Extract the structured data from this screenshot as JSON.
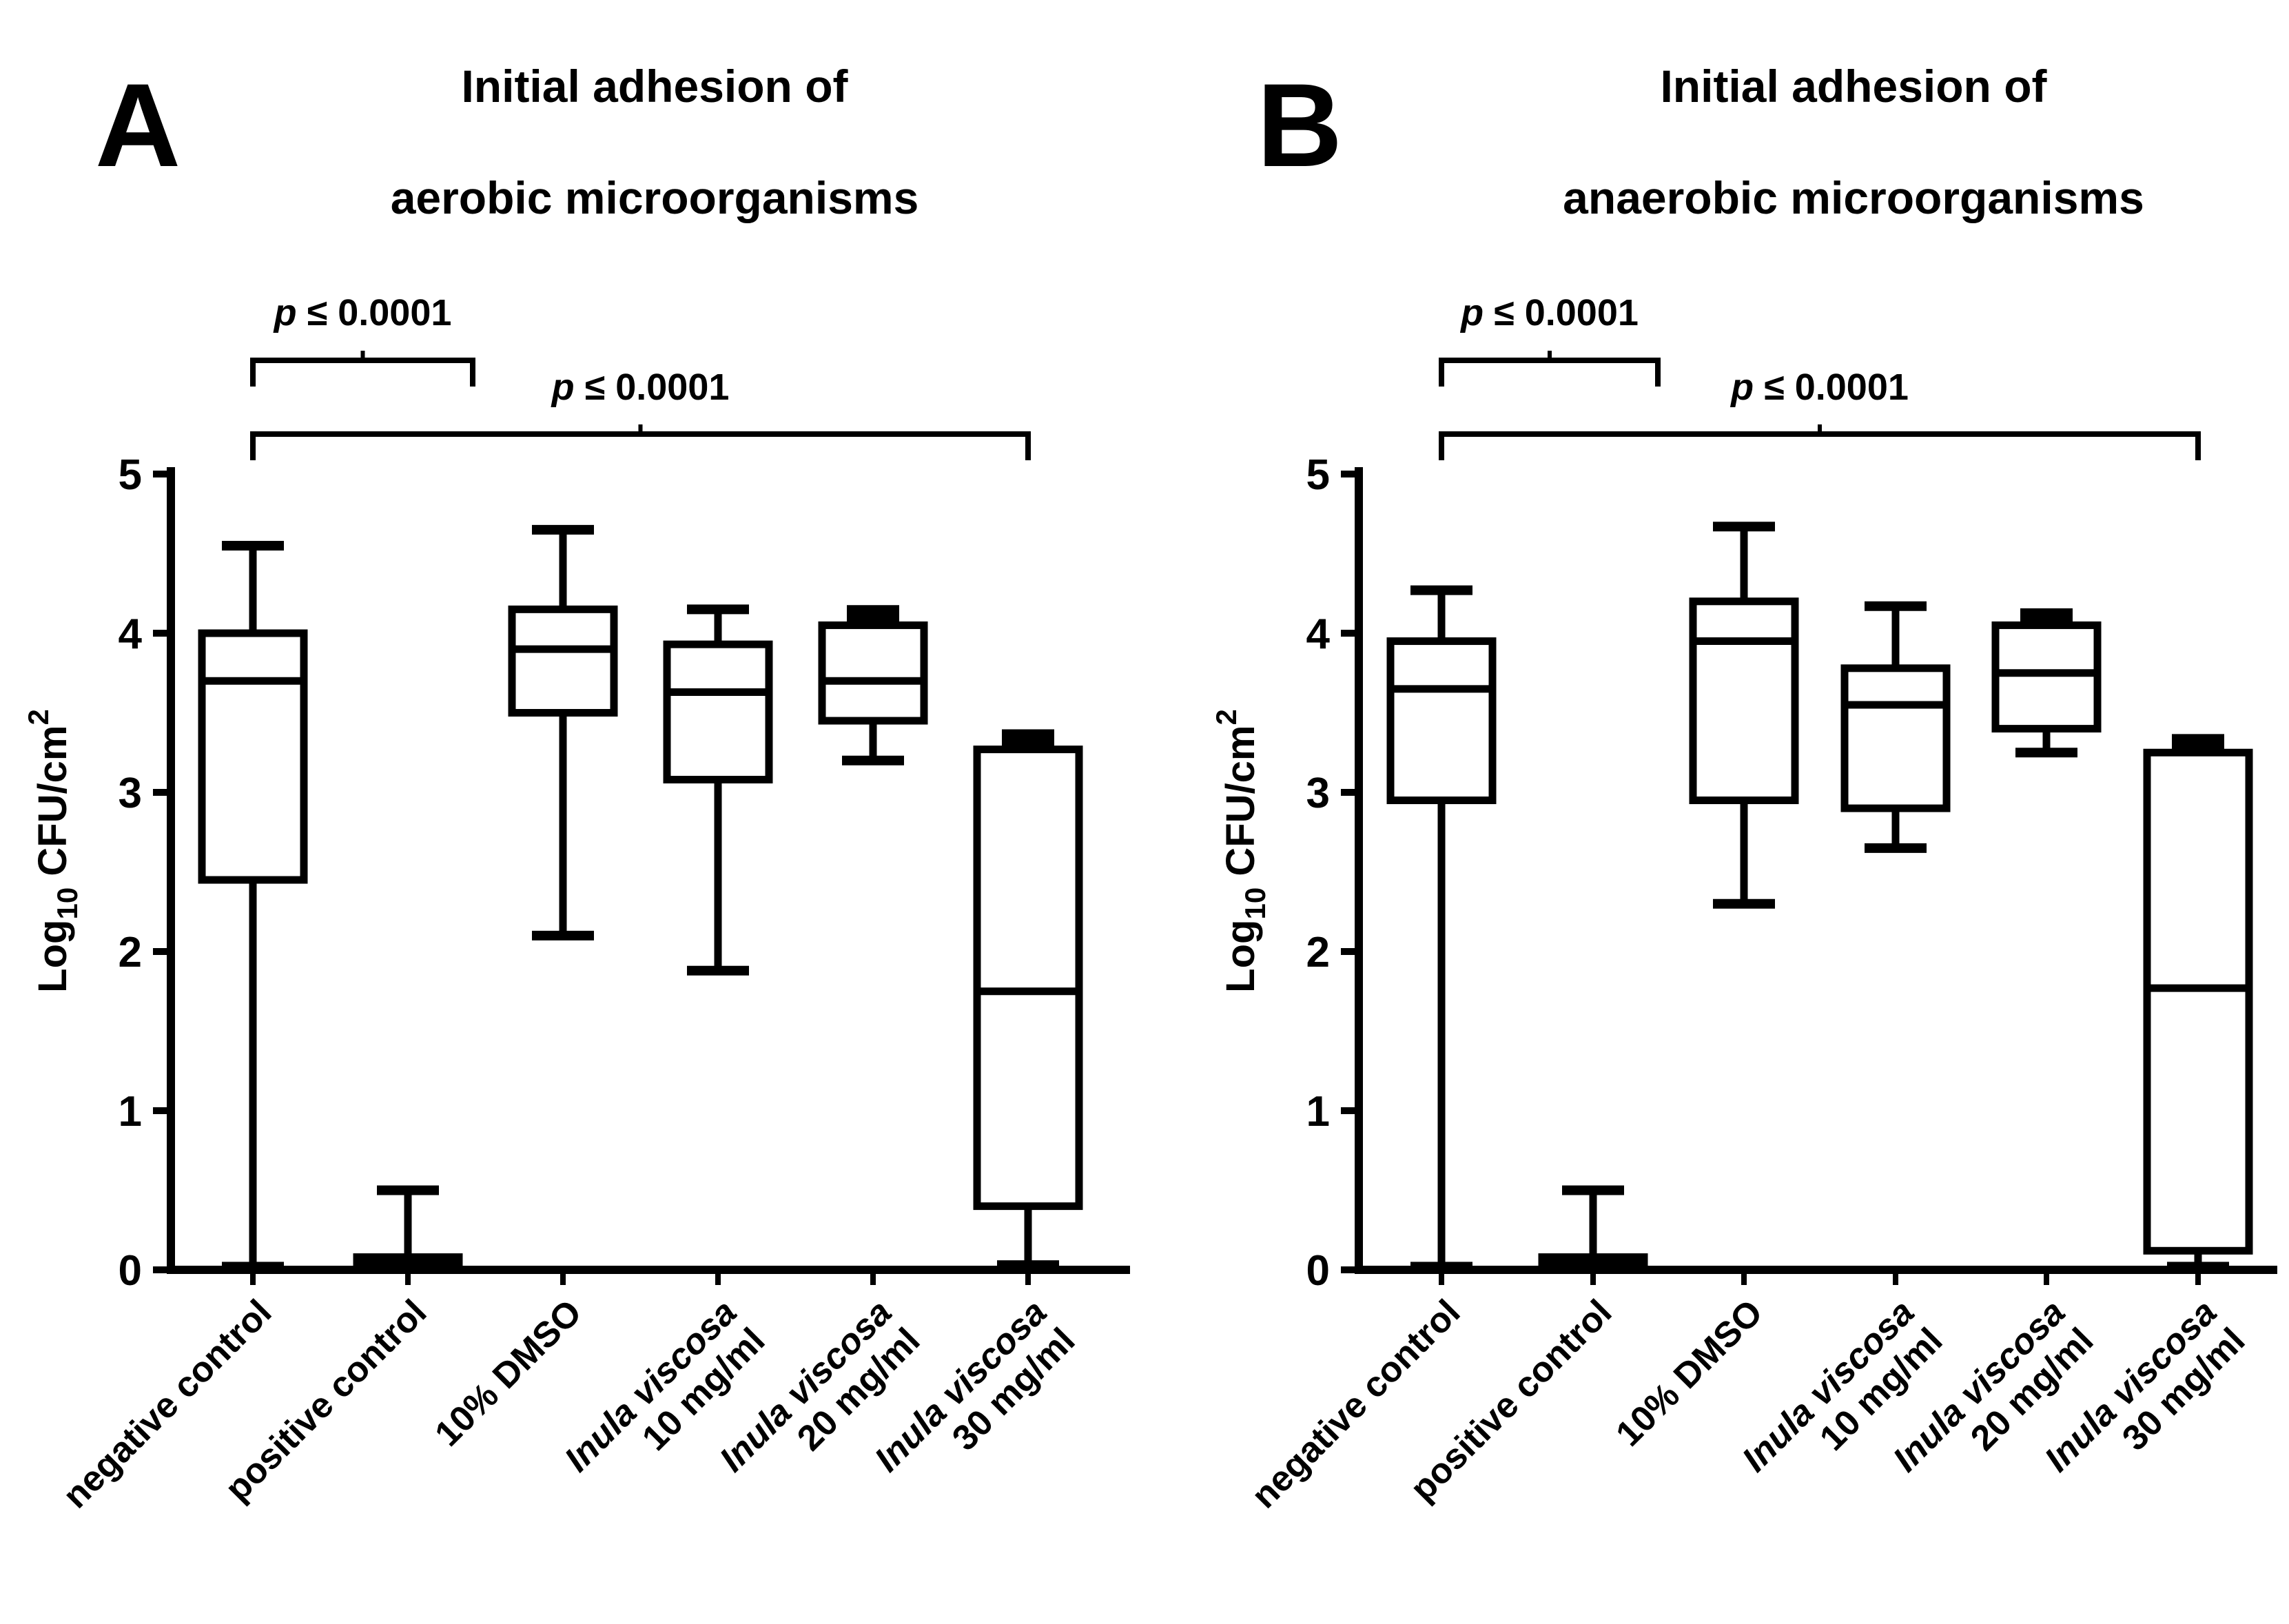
{
  "figure": {
    "background_color": "#ffffff",
    "ink_color": "#000000",
    "description": "Two-panel box-and-whisker figure comparing microbial initial adhesion"
  },
  "chart_data": [
    {
      "type": "box",
      "panel_letter": "A",
      "title_lines": [
        "Initial adhesion of",
        "aerobic microorganisms"
      ],
      "ylabel": {
        "prefix": "Log",
        "subscript": "10",
        "middle": " CFU/cm",
        "superscript": "2"
      },
      "ylabel_plain": "Log10 CFU/cm2",
      "ylim": [
        0,
        5
      ],
      "yticks": [
        0,
        1,
        2,
        3,
        4,
        5
      ],
      "grid": false,
      "categories": [
        {
          "lines": [
            {
              "text": "negative control",
              "italic": false
            }
          ]
        },
        {
          "lines": [
            {
              "text": "positive control",
              "italic": false
            }
          ]
        },
        {
          "lines": [
            {
              "text": "10% DMSO",
              "italic": false
            }
          ]
        },
        {
          "lines": [
            {
              "text": "Inula viscosa",
              "italic": true
            },
            {
              "text": "10 mg/ml",
              "italic": false
            }
          ]
        },
        {
          "lines": [
            {
              "text": "Inula viscosa",
              "italic": true
            },
            {
              "text": "20 mg/ml",
              "italic": false
            }
          ]
        },
        {
          "lines": [
            {
              "text": "Inula viscosa",
              "italic": true
            },
            {
              "text": "30 mg/ml",
              "italic": false
            }
          ]
        }
      ],
      "boxes": [
        {
          "whisker_low": 0.02,
          "q1": 2.45,
          "median": 3.7,
          "q3": 4.0,
          "whisker_high": 4.55
        },
        {
          "whisker_low": 0.0,
          "q1": 0.0,
          "median": 0.04,
          "q3": 0.08,
          "whisker_high": 0.5
        },
        {
          "whisker_low": 2.1,
          "q1": 3.5,
          "median": 3.9,
          "q3": 4.15,
          "whisker_high": 4.65
        },
        {
          "whisker_low": 1.88,
          "q1": 3.08,
          "median": 3.63,
          "q3": 3.93,
          "whisker_high": 4.15
        },
        {
          "whisker_low": 3.2,
          "q1": 3.45,
          "median": 3.7,
          "q3": 4.05,
          "whisker_high": 4.12
        },
        {
          "whisker_low": 0.03,
          "q1": 0.4,
          "median": 1.75,
          "q3": 3.27,
          "whisker_high": 3.34
        }
      ],
      "significance": [
        {
          "label": "p ≤ 0.0001",
          "from": 0,
          "to": 1
        },
        {
          "label": "p ≤ 0.0001",
          "from": 0,
          "to": 5
        }
      ]
    },
    {
      "type": "box",
      "panel_letter": "B",
      "title_lines": [
        "Initial adhesion of",
        "anaerobic microorganisms"
      ],
      "ylabel": {
        "prefix": "Log",
        "subscript": "10",
        "middle": " CFU/cm",
        "superscript": "2"
      },
      "ylabel_plain": "Log10 CFU/cm2",
      "ylim": [
        0,
        5
      ],
      "yticks": [
        0,
        1,
        2,
        3,
        4,
        5
      ],
      "grid": false,
      "categories": [
        {
          "lines": [
            {
              "text": "negative control",
              "italic": false
            }
          ]
        },
        {
          "lines": [
            {
              "text": "positive control",
              "italic": false
            }
          ]
        },
        {
          "lines": [
            {
              "text": "10% DMSO",
              "italic": false
            }
          ]
        },
        {
          "lines": [
            {
              "text": "Inula viscosa",
              "italic": true
            },
            {
              "text": "10 mg/ml",
              "italic": false
            }
          ]
        },
        {
          "lines": [
            {
              "text": "Inula viscosa",
              "italic": true
            },
            {
              "text": "20 mg/ml",
              "italic": false
            }
          ]
        },
        {
          "lines": [
            {
              "text": "Inula viscosa",
              "italic": true
            },
            {
              "text": "30 mg/ml",
              "italic": false
            }
          ]
        }
      ],
      "boxes": [
        {
          "whisker_low": 0.02,
          "q1": 2.95,
          "median": 3.65,
          "q3": 3.95,
          "whisker_high": 4.27
        },
        {
          "whisker_low": 0.0,
          "q1": 0.0,
          "median": 0.04,
          "q3": 0.08,
          "whisker_high": 0.5
        },
        {
          "whisker_low": 2.3,
          "q1": 2.95,
          "median": 3.95,
          "q3": 4.2,
          "whisker_high": 4.67
        },
        {
          "whisker_low": 2.65,
          "q1": 2.9,
          "median": 3.55,
          "q3": 3.78,
          "whisker_high": 4.17
        },
        {
          "whisker_low": 3.25,
          "q1": 3.4,
          "median": 3.75,
          "q3": 4.05,
          "whisker_high": 4.1
        },
        {
          "whisker_low": 0.02,
          "q1": 0.12,
          "median": 1.77,
          "q3": 3.25,
          "whisker_high": 3.31
        }
      ],
      "significance": [
        {
          "label": "p ≤ 0.0001",
          "from": 0,
          "to": 1
        },
        {
          "label": "p ≤ 0.0001",
          "from": 0,
          "to": 5
        }
      ]
    }
  ]
}
